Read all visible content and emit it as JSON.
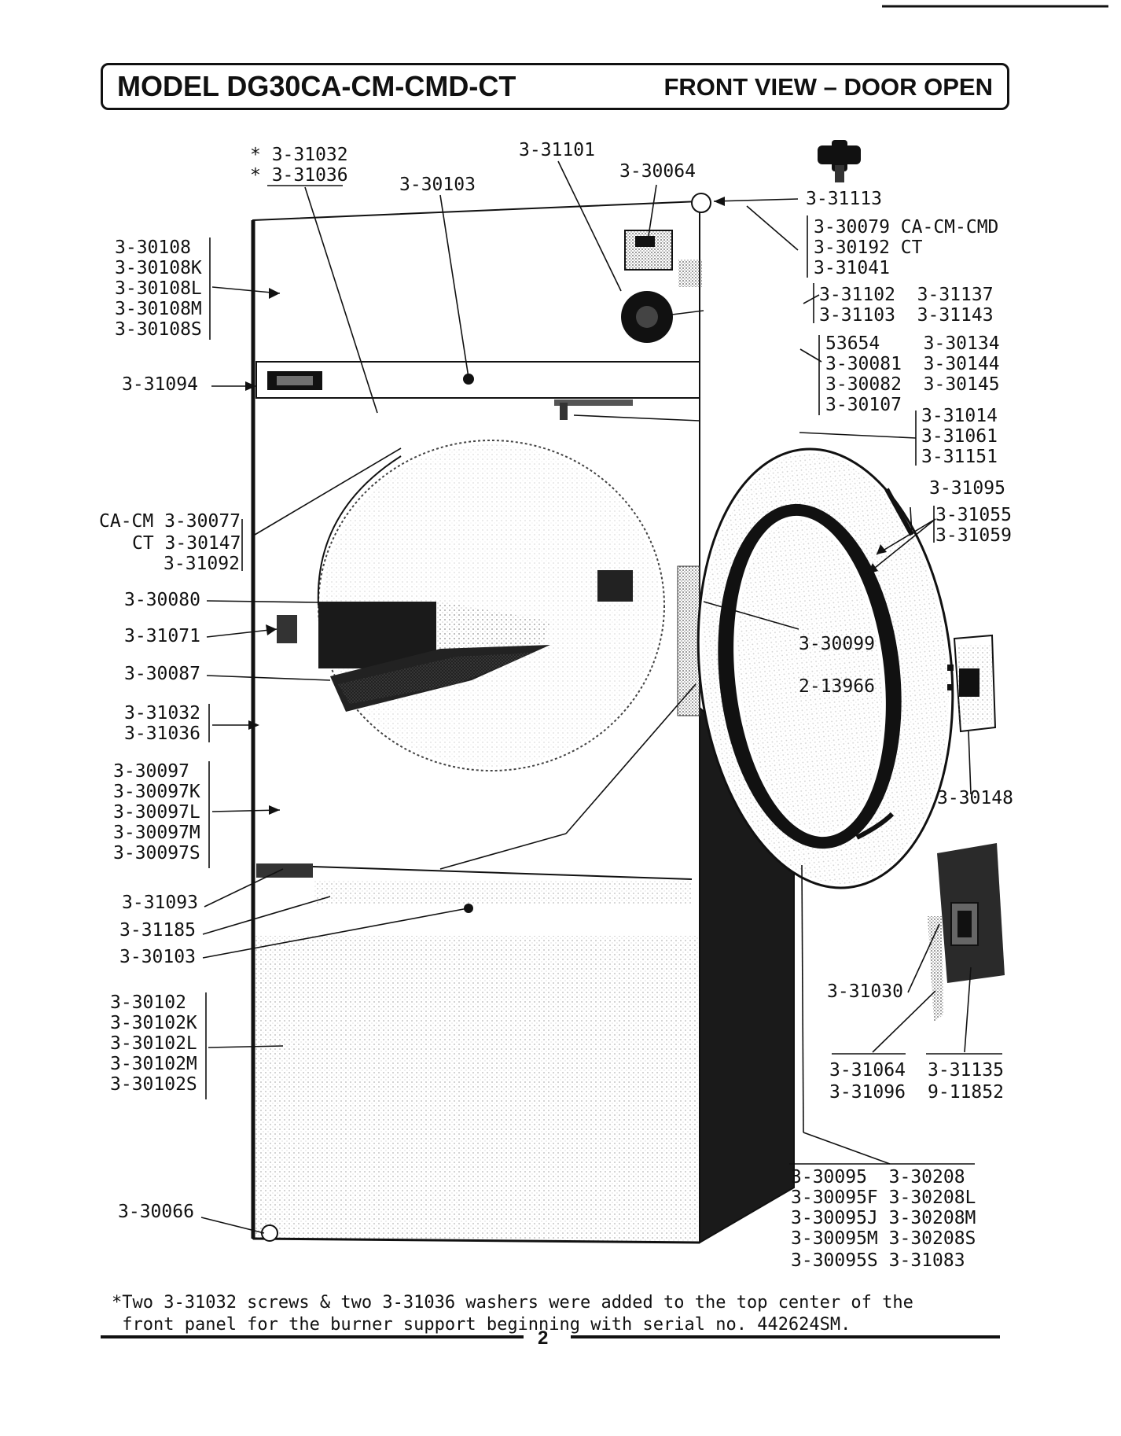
{
  "header": {
    "model": "MODEL DG30CA-CM-CMD-CT",
    "view": "FRONT VIEW – DOOR OPEN"
  },
  "callouts": {
    "top_screws": "* 3-31032",
    "top_washers": "* 3-31036",
    "top_panel_screw": "3-30103",
    "timer_dial": "3-31101",
    "timer_label": "3-30064",
    "top_right_screw": "3-31113",
    "top_panel": [
      "3-30108",
      "3-30108K",
      "3-30108L",
      "3-30108M",
      "3-30108S"
    ],
    "right_group_a": [
      "3-30079 CA-CM-CMD",
      "3-30192 CT",
      "3-31041"
    ],
    "right_group_b": [
      "3-31102  3-31137",
      "3-31103  3-31143"
    ],
    "right_group_c": [
      "53654    3-30134",
      "3-30081  3-30144",
      "3-30082  3-30145",
      "3-30107"
    ],
    "right_group_d": [
      "3-31014",
      "3-31061",
      "3-31151"
    ],
    "control_strip": "3-31094",
    "door_hinge_pin": "3-31095",
    "door_glass_pair": [
      "3-31055",
      "3-31059"
    ],
    "cylinder_group": [
      "CA-CM 3-30077",
      "CT 3-30147",
      "3-31092"
    ],
    "lint_screen_top": "3-30080",
    "filter_cover": "3-31071",
    "lint_screen": "3-30087",
    "side_screws": [
      "3-31032",
      "3-31036"
    ],
    "door_gasket": "3-30099",
    "door_seal": "2-13966",
    "front_panel": [
      "3-30097",
      "3-30097K",
      "3-30097L",
      "3-30097M",
      "3-30097S"
    ],
    "door_catch": "3-30148",
    "kick_strip": "3-31093",
    "lower_strip": "3-31185",
    "lower_screw": "3-30103",
    "lower_panel": [
      "3-30102",
      "3-30102K",
      "3-30102L",
      "3-30102M",
      "3-30102S"
    ],
    "strike_screw": "3-31030",
    "strike_group_left": [
      "3-31064",
      "3-31096"
    ],
    "strike_group_right": [
      "3-31135",
      "9-11852"
    ],
    "door_assembly": [
      "3-30095  3-30208",
      "3-30095F 3-30208L",
      "3-30095J 3-30208M",
      "3-30095M 3-30208S",
      "3-30095S 3-31083"
    ],
    "leg": "3-30066"
  },
  "footnote": "*Two 3-31032 screws & two 3-31036 washers were added to the top center of the\n front panel for the burner support beginning with serial no. 442624SM.",
  "page_number": "2"
}
